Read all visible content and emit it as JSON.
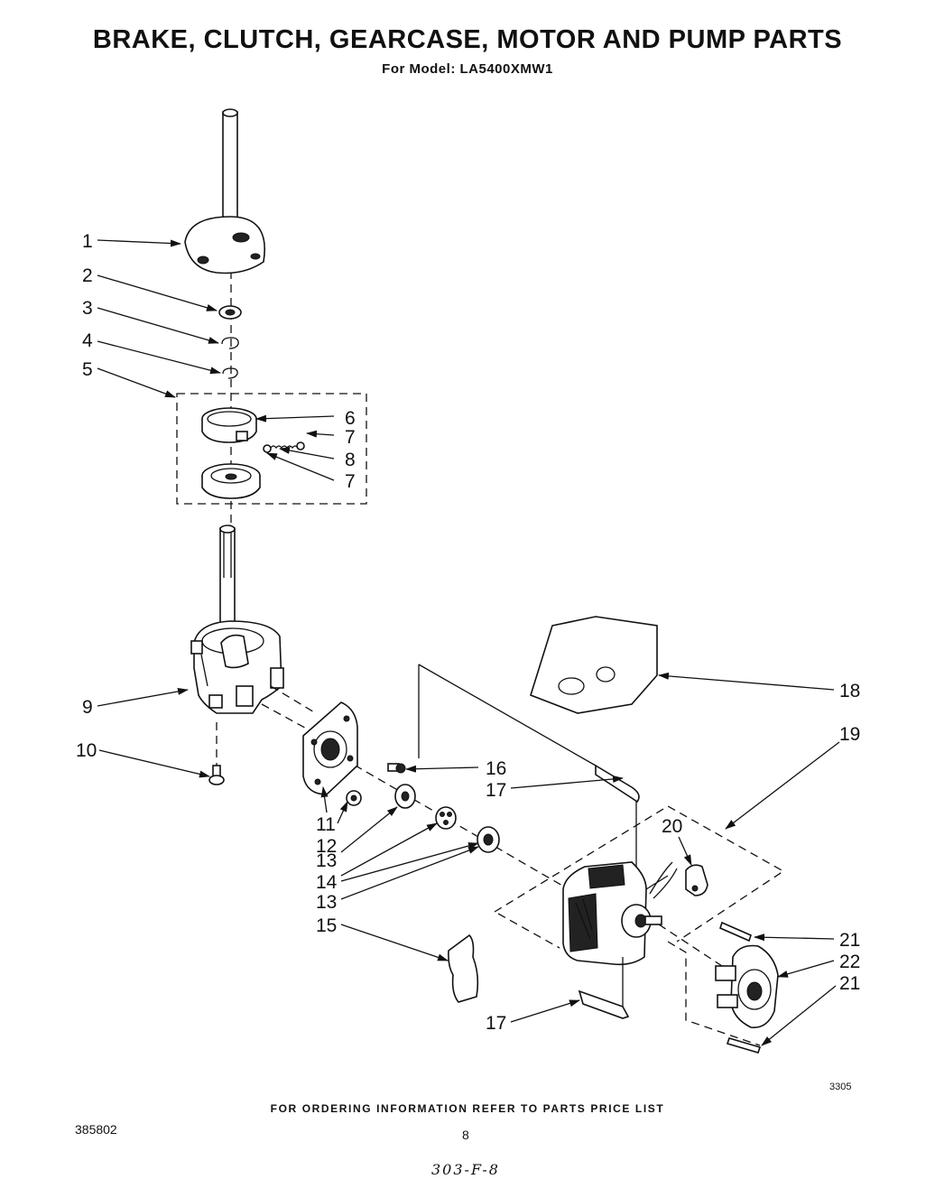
{
  "header": {
    "title": "BRAKE, CLUTCH, GEARCASE, MOTOR AND PUMP PARTS",
    "subtitle": "For Model: LA5400XMW1"
  },
  "callouts": {
    "c1": "1",
    "c2": "2",
    "c3": "3",
    "c4": "4",
    "c5": "5",
    "c6": "6",
    "c7a": "7",
    "c8": "8",
    "c7b": "7",
    "c9": "9",
    "c10": "10",
    "c11": "11",
    "c12": "12",
    "c13a": "13",
    "c14": "14",
    "c13b": "13",
    "c15": "15",
    "c16": "16",
    "c17a": "17",
    "c17b": "17",
    "c18": "18",
    "c19": "19",
    "c20": "20",
    "c21a": "21",
    "c22": "22",
    "c21b": "21"
  },
  "footer": {
    "note": "FOR ORDERING INFORMATION REFER TO PARTS PRICE LIST",
    "doc_number": "385802",
    "page_number": "8",
    "figure_number": "3305",
    "handwriting": "303-F-8"
  }
}
